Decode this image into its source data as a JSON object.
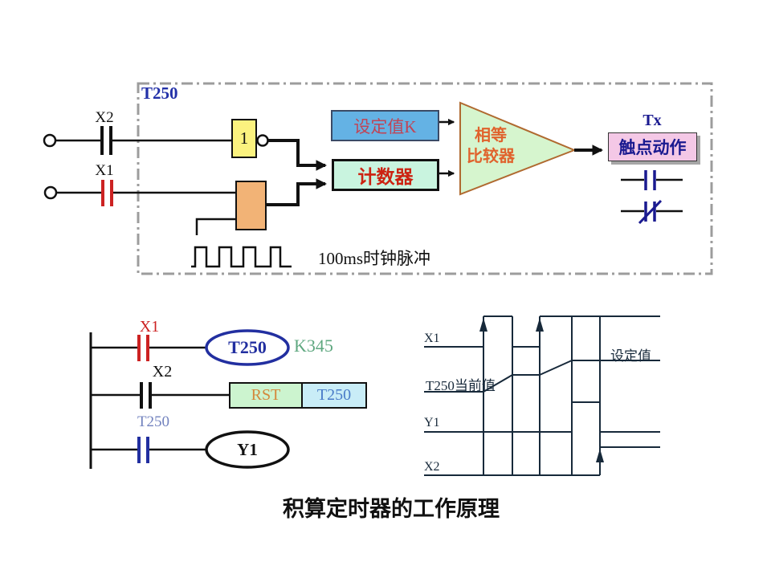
{
  "caption": "积算定时器的工作原理",
  "block_diagram": {
    "title": "T250",
    "input_x2_label": "X2",
    "input_x1_label": "X1",
    "not_gate_label": "1",
    "set_value_box": "设定值K",
    "counter_box": "计数器",
    "comparator_line1": "相等",
    "comparator_line2": "比较器",
    "tx_label": "Tx",
    "contact_action_box": "触点动作",
    "clock_label": "100ms时钟脉冲"
  },
  "ladder": {
    "rung1_contact_label": "X1",
    "rung1_coil_label": "T250",
    "rung1_constant": "K345",
    "rung2_contact_label": "X2",
    "rung2_instruction": "RST",
    "rung2_operand": "T250",
    "rung3_contact_label": "T250",
    "rung3_coil_label": "Y1"
  },
  "timing_diagram": {
    "x1_label": "X1",
    "current_value_label": "T250当前值",
    "set_value_label": "设定值",
    "y1_label": "Y1",
    "x2_label": "X2"
  },
  "colors": {
    "navy_title": "#2230A8",
    "not_box_yellow": "#FBF27F",
    "pulse_gate_orange": "#F2B376",
    "set_value_bg": "#64B2E4",
    "set_value_text": "#C04455",
    "counter_bg": "#C9F4DF",
    "counter_text": "#CC2211",
    "comparator_fill": "#D6F5CE",
    "comparator_border": "#B06A30",
    "comparator_text": "#E0622C",
    "contact_action_bg": "#F4C8E6",
    "contact_action_text": "#1A1A90",
    "x1_contact_red": "#CC2222",
    "coil_ellipse_blue": "#222FA0",
    "constant_green": "#5FA880",
    "rst_bg": "#CCF4CF",
    "rst_text": "#D4883C",
    "t250_operand_bg": "#C9EDF7",
    "t250_operand_text": "#4A7CC8",
    "rung3_label_blue": "#7282BE",
    "timing_panel_bg": "#CBE5F6",
    "timing_line": "#17293A",
    "dashed_border_gray": "#9C9C9C"
  }
}
